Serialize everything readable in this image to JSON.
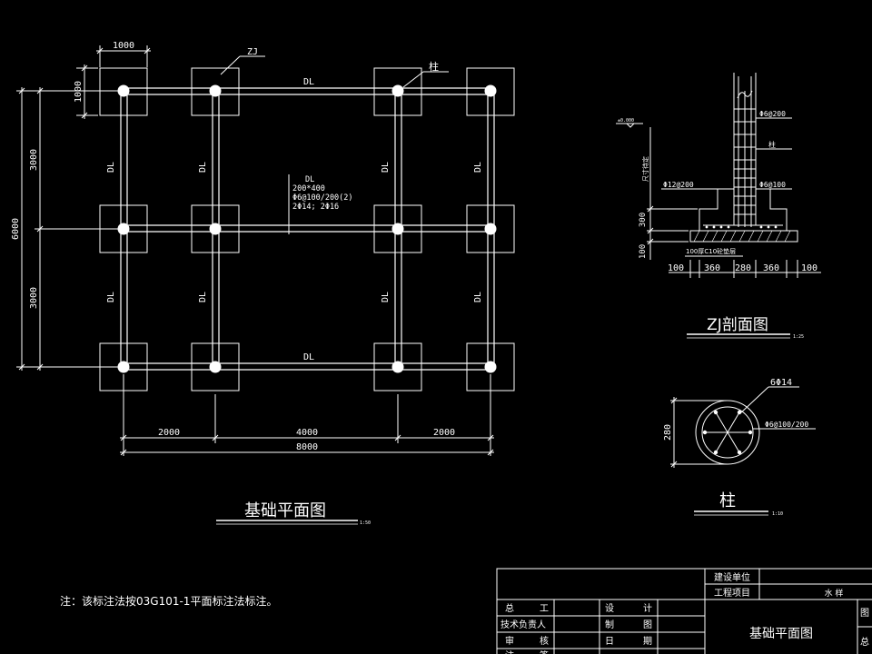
{
  "plan": {
    "title": "基础平面图",
    "scale": "1:50",
    "beam_label": "DL",
    "footing_label": "ZJ",
    "column_label": "柱",
    "beam_spec": [
      "DL",
      "200*400",
      "Φ6@100/200(2)",
      "2Φ14; 2Φ16"
    ],
    "dims": {
      "top": "1000",
      "left_small": "1000",
      "left_a": "3000",
      "left_b": "3000",
      "left_total": "6000",
      "bottom_a": "2000",
      "bottom_b": "4000",
      "bottom_c": "2000",
      "bottom_total": "8000"
    }
  },
  "section": {
    "title": "ZJ剖面图",
    "scale": "1:25",
    "elev": "±0.000",
    "side_note": "尺寸待定",
    "rebar_top": "Φ6@200",
    "col": "柱",
    "rebar_mid": "Φ6@100",
    "rebar_base": "Φ12@200",
    "pad": "100厚C10砼垫层",
    "vdim_a": "300",
    "vdim_b": "100",
    "hdims": [
      "100",
      "360",
      "280",
      "360",
      "100"
    ]
  },
  "column": {
    "title": "柱",
    "scale": "1:10",
    "bars": "6Φ14",
    "stirrup": "Φ6@100/200",
    "dia": "280"
  },
  "note": "注：该标注法按03G101-1平面标注法标注。",
  "titleblock": {
    "client": "建设单位",
    "project": "工程项目",
    "project_val": "水  样",
    "r1": [
      "总",
      "工"
    ],
    "r1b": [
      "设",
      "计"
    ],
    "r2": "技术负责人",
    "r2b": [
      "制",
      "图"
    ],
    "r3": [
      "审",
      "核"
    ],
    "r3b": [
      "日",
      "期"
    ],
    "r4": [
      "注",
      "签"
    ],
    "drawing_name": "基础平面图",
    "right_a": "图",
    "right_b": "总"
  }
}
